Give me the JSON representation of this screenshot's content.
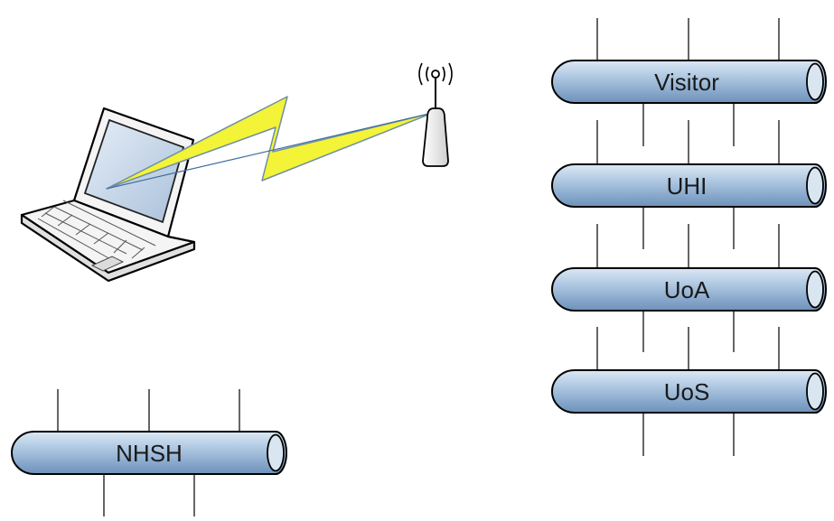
{
  "buses": [
    {
      "id": "visitor",
      "label": "Visitor"
    },
    {
      "id": "uhi",
      "label": "UHI"
    },
    {
      "id": "uoa",
      "label": "UoA"
    },
    {
      "id": "uos",
      "label": "UoS"
    },
    {
      "id": "nhsh",
      "label": "NHSH"
    }
  ],
  "icons": {
    "laptop": "laptop-icon",
    "antenna": "wireless-antenna-icon",
    "link": "lightning-link-icon"
  },
  "colors": {
    "tube_light": "#d4e2f0",
    "tube_mid": "#9ab8d8",
    "tube_dark": "#6f92b9",
    "bolt": "#f3f338",
    "screen": "#c9d8ea"
  }
}
